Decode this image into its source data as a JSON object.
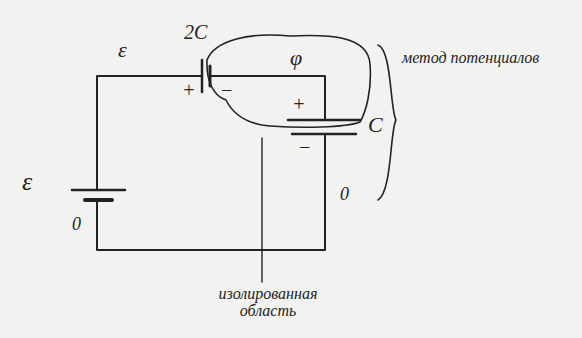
{
  "diagram": {
    "labels": [
      "ε",
      "2C",
      "+",
      "−",
      "φ",
      "+",
      "C",
      "−",
      "ε",
      "0",
      "0",
      "метод потенциалов",
      "изолированная область"
    ]
  }
}
